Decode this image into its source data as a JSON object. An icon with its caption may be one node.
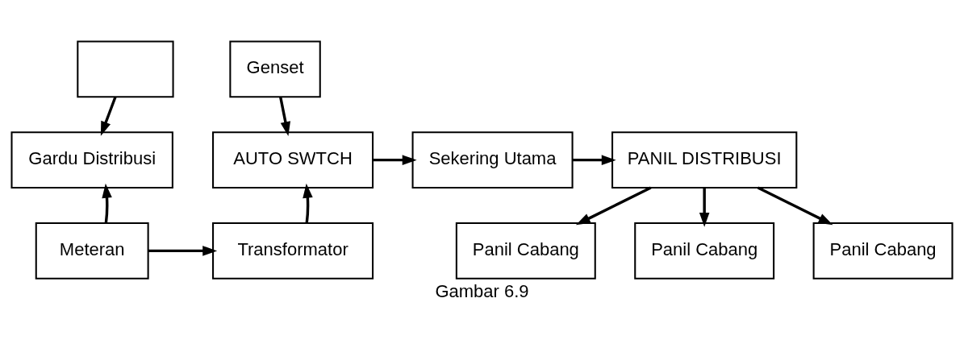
{
  "diagram": {
    "caption": "Gambar 6.9",
    "nodes": [
      {
        "text": [],
        "shape": "box"
      },
      {
        "text": [
          "Gardu Distribusi"
        ]
      },
      {
        "text": [
          "Meteran"
        ]
      },
      {
        "text": [
          "Genset"
        ]
      },
      {
        "text": [
          "AUTO SWTCH"
        ]
      },
      {
        "text": [
          "Transformator"
        ]
      },
      {
        "text": [
          "Sekering Utama"
        ]
      },
      {
        "text": [
          "PANIL DISTRIBUSI"
        ]
      },
      {
        "text": [
          "Panil Cabang"
        ]
      },
      {
        "text": [
          "Panil Cabang"
        ]
      },
      {
        "text": [
          "Panil Cabang"
        ]
      }
    ],
    "edges": [
      {
        "from": 0,
        "to": 1,
        "arrow": "to"
      },
      {
        "from": 2,
        "to": 1,
        "arrow": "to"
      },
      {
        "from": 2,
        "to": 5,
        "arrow": "to"
      },
      {
        "from": 3,
        "to": 4,
        "arrow": "to"
      },
      {
        "from": 5,
        "to": 4,
        "arrow": "to"
      },
      {
        "from": 4,
        "to": 6,
        "arrow": "to"
      },
      {
        "from": 6,
        "to": 7,
        "arrow": "to"
      },
      {
        "from": 7,
        "to": 8,
        "arrow": "to"
      },
      {
        "from": 7,
        "to": 9,
        "arrow": "to"
      },
      {
        "from": 7,
        "to": 10,
        "arrow": "to"
      }
    ]
  }
}
